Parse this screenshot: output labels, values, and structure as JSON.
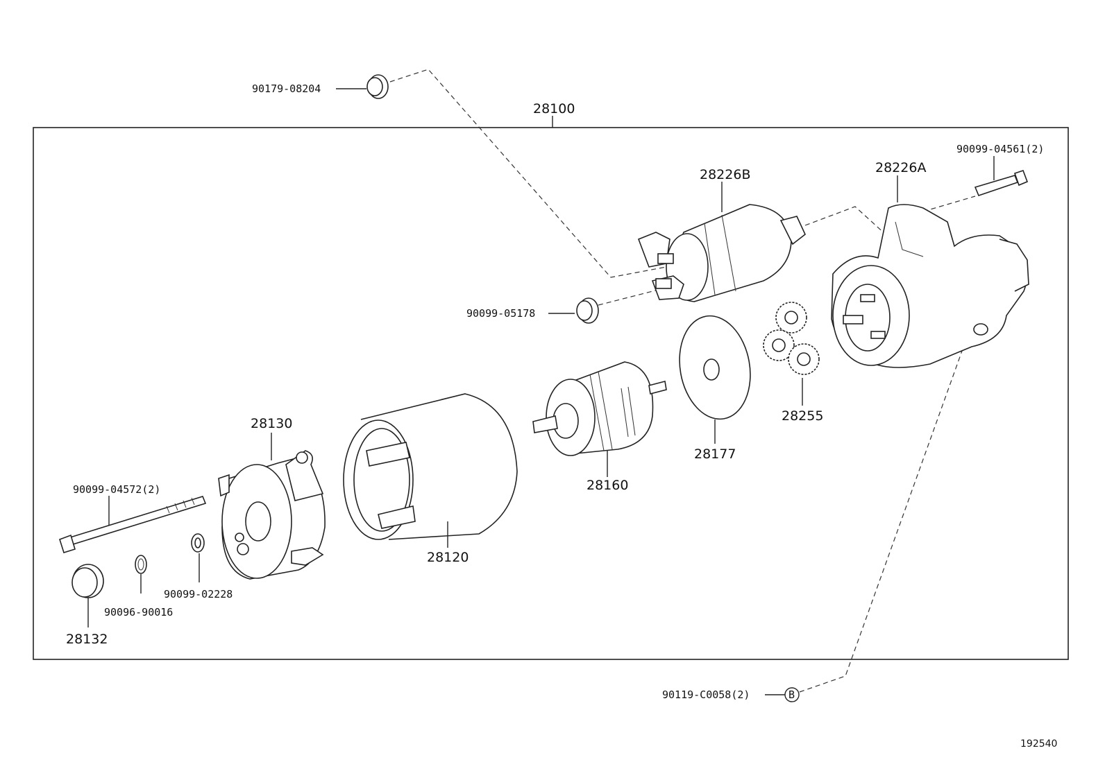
{
  "assembly": {
    "part_no": "28100"
  },
  "parts": {
    "p_90179_08204": "90179-08204",
    "p_28226B": "28226B",
    "p_28226A": "28226A",
    "p_90099_04561": "90099-04561(2)",
    "p_90099_05178": "90099-05178",
    "p_28255": "28255",
    "p_28177": "28177",
    "p_28160": "28160",
    "p_28130": "28130",
    "p_90099_04572": "90099-04572(2)",
    "p_28120": "28120",
    "p_90099_02228": "90099-02228",
    "p_90096_90016": "90096-90016",
    "p_28132": "28132",
    "p_90119_C0058": "90119-C0058(2)"
  },
  "ref_marker": "B",
  "figure_id": "192540"
}
